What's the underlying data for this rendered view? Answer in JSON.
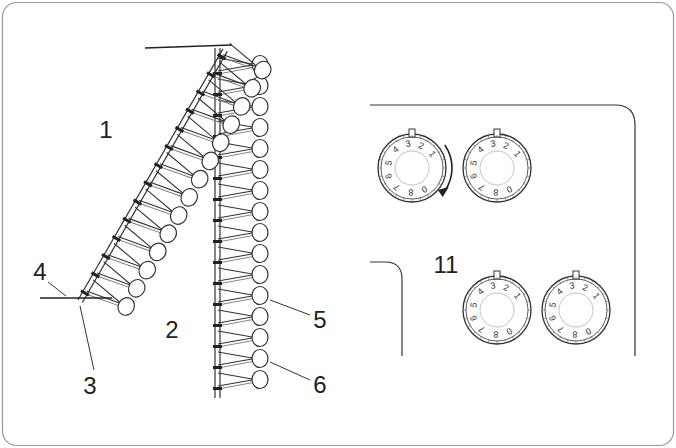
{
  "diagram": {
    "labels": [
      "1",
      "2",
      "3",
      "4",
      "5",
      "6",
      "11",
      "0",
      "1",
      "2",
      "3",
      "4",
      "5",
      "6",
      "7",
      "8",
      "0",
      "1",
      "2",
      "3",
      "4",
      "5",
      "6",
      "7",
      "8",
      "0",
      "1",
      "2",
      "3",
      "4",
      "5",
      "6",
      "7",
      "8",
      "0",
      "1",
      "2",
      "3",
      "4",
      "5",
      "6",
      "7",
      "8"
    ]
  }
}
